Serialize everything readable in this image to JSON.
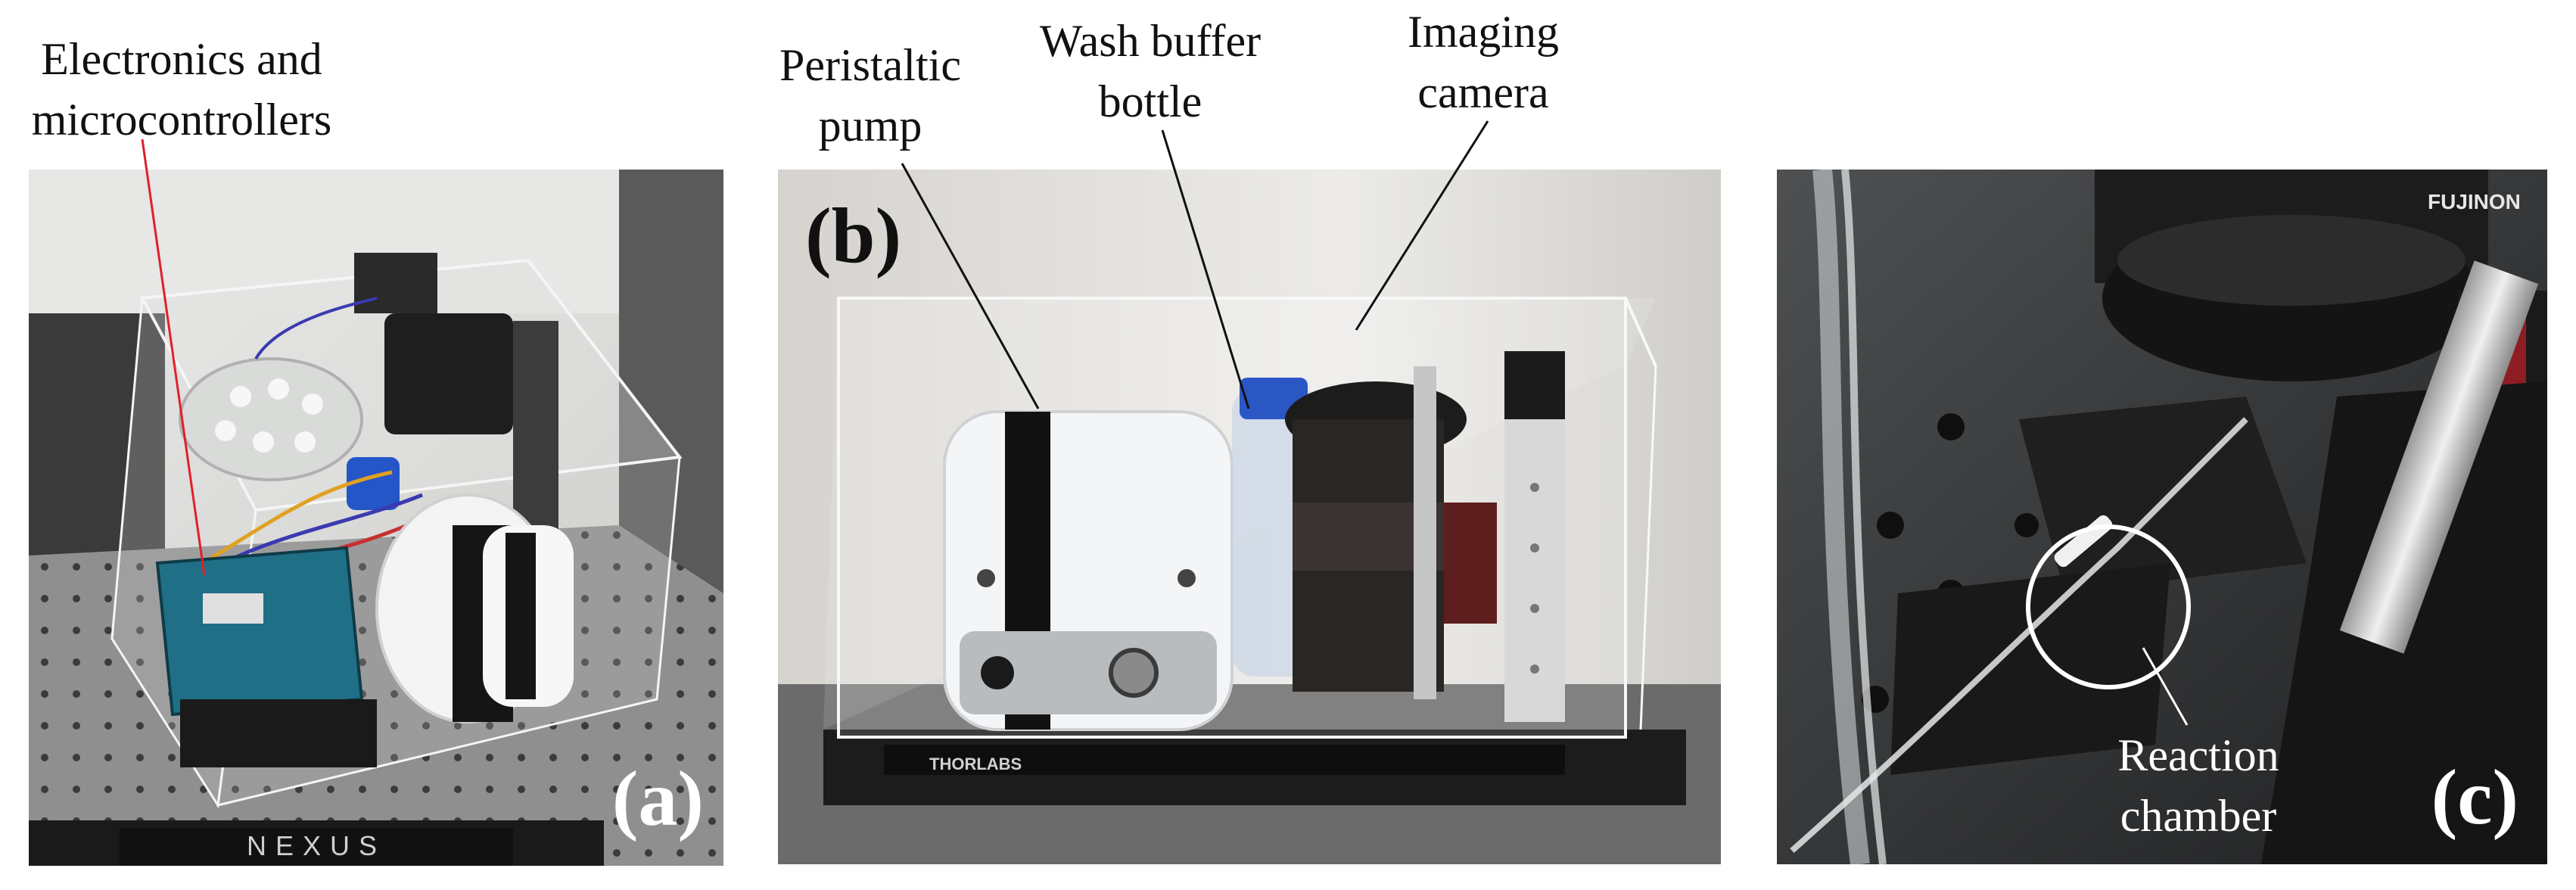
{
  "panels": {
    "a": {
      "letter": "(a)"
    },
    "b": {
      "letter": "(b)"
    },
    "c": {
      "letter": "(c)"
    }
  },
  "captions": {
    "electronics": [
      "Electronics and",
      "microcontrollers"
    ],
    "pump": [
      "Peristaltic",
      "pump"
    ],
    "wash": [
      "Wash buffer",
      "bottle"
    ],
    "camera": [
      "Imaging",
      "camera"
    ],
    "reaction": [
      "Reaction",
      "chamber"
    ]
  },
  "colors": {
    "electronics_callout": "#e0202a",
    "callout_line": "#111111",
    "chamber_circle": "#ffffff"
  }
}
